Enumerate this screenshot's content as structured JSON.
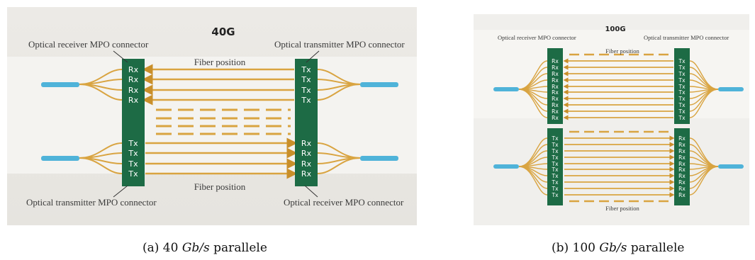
{
  "panel_a": {
    "title": "40G",
    "top_left_label": "Optical receiver MPO connector",
    "top_right_label": "Optical transmitter MPO connector",
    "bottom_left_label": "Optical transmitter MPO connector",
    "bottom_right_label": "Optical receiver MPO connector",
    "fiber_label_top": "Fiber position",
    "fiber_label_bottom": "Fiber position",
    "top_left_ports": [
      "Rx",
      "Rx",
      "Rx",
      "Rx"
    ],
    "top_right_ports": [
      "Tx",
      "Tx",
      "Tx",
      "Tx"
    ],
    "bottom_left_ports": [
      "Tx",
      "Tx",
      "Tx",
      "Tx"
    ],
    "bottom_right_ports": [
      "Rx",
      "Rx",
      "Rx",
      "Rx"
    ]
  },
  "panel_b": {
    "title": "100G",
    "left_label": "Optical receiver MPO connector",
    "right_label": "Optical transmitter MPO connector",
    "fiber_label_top": "Fiber position",
    "fiber_label_bottom": "Fiber position",
    "top_left_ports": [
      "Rx",
      "Rx",
      "Rx",
      "Rx",
      "Rx",
      "Rx",
      "Rx",
      "Rx",
      "Rx",
      "Rx"
    ],
    "top_right_ports": [
      "Tx",
      "Tx",
      "Tx",
      "Tx",
      "Tx",
      "Tx",
      "Tx",
      "Tx",
      "Tx",
      "Tx"
    ],
    "bottom_left_ports": [
      "Tx",
      "Tx",
      "Tx",
      "Tx",
      "Tx",
      "Tx",
      "Tx",
      "Tx",
      "Tx",
      "Tx"
    ],
    "bottom_right_ports": [
      "Rx",
      "Rx",
      "Rx",
      "Rx",
      "Rx",
      "Rx",
      "Rx",
      "Rx",
      "Rx",
      "Rx"
    ]
  },
  "captions": {
    "a_prefix": "(a) 40 ",
    "a_unit": "Gb/s",
    "a_suffix": " parallele",
    "b_prefix": "(b) 100 ",
    "b_unit": "Gb/s",
    "b_suffix": " parallele"
  },
  "colors": {
    "connector": "#1d6b45",
    "fiber": "#d9a441",
    "cable": "#4fb3d9",
    "background_a": "#ecebe7",
    "background_b": "#f0efec"
  }
}
